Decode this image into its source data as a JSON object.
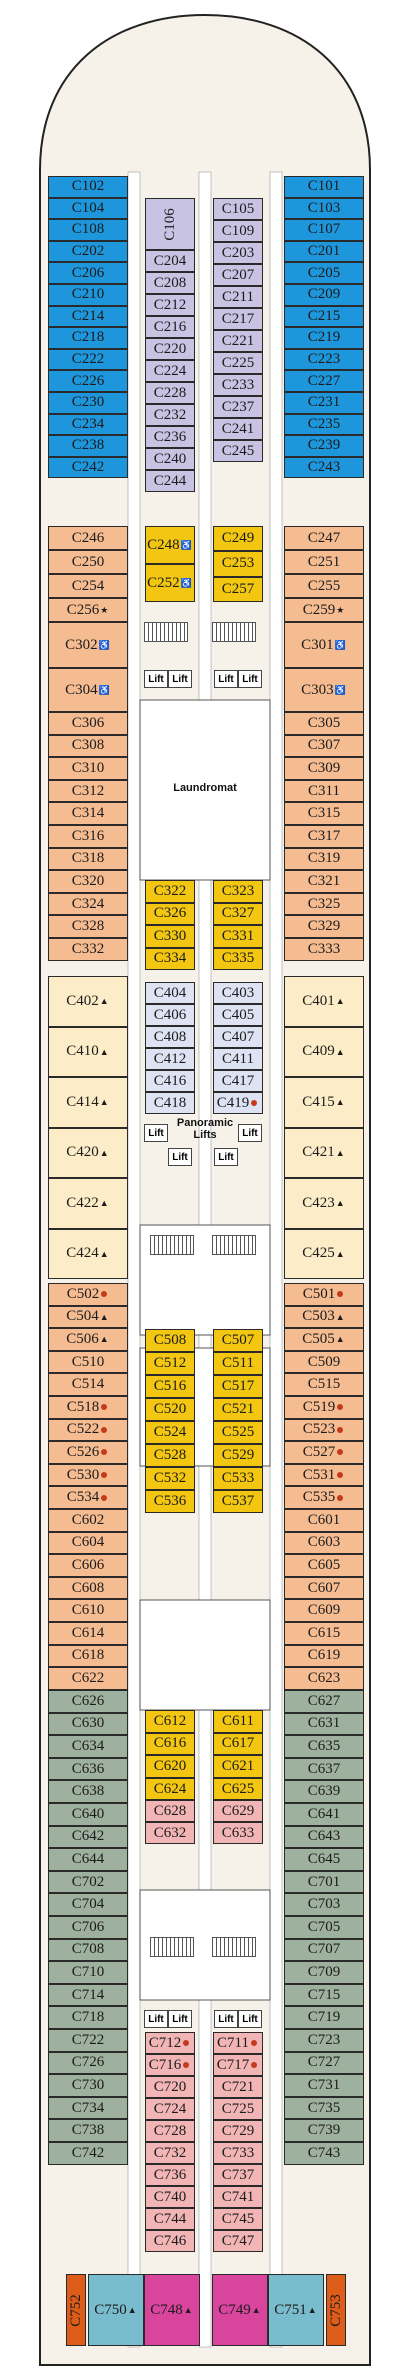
{
  "colors": {
    "blue": "#1e96dc",
    "lavender": "#c8c3e3",
    "orange": "#f6bc91",
    "yellow": "#f2c611",
    "cream": "#fcecc7",
    "lightblue": "#dde3f3",
    "pink": "#f2b5b5",
    "grey": "#9eb09e",
    "teal": "#79bccd",
    "magenta": "#d9459d",
    "rust": "#dd5c19",
    "hull": "#f6f2ea",
    "corridor": "#ffffff"
  },
  "labels": {
    "laundromat": "Laundromat",
    "panoramic": "Panoramic",
    "lifts": "Lifts",
    "lift": "Lift"
  },
  "cabins": [
    {
      "id": "C102",
      "c": "blue"
    },
    {
      "id": "C104",
      "c": "blue"
    },
    {
      "id": "C108",
      "c": "blue"
    },
    {
      "id": "C202",
      "c": "blue"
    },
    {
      "id": "C206",
      "c": "blue"
    },
    {
      "id": "C210",
      "c": "blue"
    },
    {
      "id": "C214",
      "c": "blue"
    },
    {
      "id": "C218",
      "c": "blue"
    },
    {
      "id": "C222",
      "c": "blue"
    },
    {
      "id": "C226",
      "c": "blue"
    },
    {
      "id": "C230",
      "c": "blue"
    },
    {
      "id": "C234",
      "c": "blue"
    },
    {
      "id": "C238",
      "c": "blue"
    },
    {
      "id": "C242",
      "c": "blue"
    },
    {
      "id": "C101",
      "c": "blue"
    },
    {
      "id": "C103",
      "c": "blue"
    },
    {
      "id": "C107",
      "c": "blue"
    },
    {
      "id": "C201",
      "c": "blue"
    },
    {
      "id": "C205",
      "c": "blue"
    },
    {
      "id": "C209",
      "c": "blue"
    },
    {
      "id": "C215",
      "c": "blue"
    },
    {
      "id": "C219",
      "c": "blue"
    },
    {
      "id": "C223",
      "c": "blue"
    },
    {
      "id": "C227",
      "c": "blue"
    },
    {
      "id": "C231",
      "c": "blue"
    },
    {
      "id": "C235",
      "c": "blue"
    },
    {
      "id": "C239",
      "c": "blue"
    },
    {
      "id": "C243",
      "c": "blue"
    },
    {
      "id": "C106",
      "c": "lavender"
    },
    {
      "id": "C204",
      "c": "lavender"
    },
    {
      "id": "C208",
      "c": "lavender"
    },
    {
      "id": "C212",
      "c": "lavender"
    },
    {
      "id": "C216",
      "c": "lavender"
    },
    {
      "id": "C220",
      "c": "lavender"
    },
    {
      "id": "C224",
      "c": "lavender"
    },
    {
      "id": "C228",
      "c": "lavender"
    },
    {
      "id": "C232",
      "c": "lavender"
    },
    {
      "id": "C236",
      "c": "lavender"
    },
    {
      "id": "C240",
      "c": "lavender"
    },
    {
      "id": "C244",
      "c": "lavender"
    },
    {
      "id": "C105",
      "c": "lavender"
    },
    {
      "id": "C109",
      "c": "lavender"
    },
    {
      "id": "C203",
      "c": "lavender"
    },
    {
      "id": "C207",
      "c": "lavender"
    },
    {
      "id": "C211",
      "c": "lavender"
    },
    {
      "id": "C217",
      "c": "lavender"
    },
    {
      "id": "C221",
      "c": "lavender"
    },
    {
      "id": "C225",
      "c": "lavender"
    },
    {
      "id": "C233",
      "c": "lavender"
    },
    {
      "id": "C237",
      "c": "lavender"
    },
    {
      "id": "C241",
      "c": "lavender"
    },
    {
      "id": "C245",
      "c": "lavender"
    },
    {
      "id": "C246",
      "c": "orange"
    },
    {
      "id": "C250",
      "c": "orange"
    },
    {
      "id": "C254",
      "c": "orange"
    },
    {
      "id": "C256",
      "c": "orange"
    },
    {
      "id": "C302",
      "c": "orange"
    },
    {
      "id": "C304",
      "c": "orange"
    },
    {
      "id": "C306",
      "c": "orange"
    },
    {
      "id": "C308",
      "c": "orange"
    },
    {
      "id": "C310",
      "c": "orange"
    },
    {
      "id": "C312",
      "c": "orange"
    },
    {
      "id": "C314",
      "c": "orange"
    },
    {
      "id": "C316",
      "c": "orange"
    },
    {
      "id": "C318",
      "c": "orange"
    },
    {
      "id": "C320",
      "c": "orange"
    },
    {
      "id": "C324",
      "c": "orange"
    },
    {
      "id": "C328",
      "c": "orange"
    },
    {
      "id": "C332",
      "c": "orange"
    },
    {
      "id": "C247",
      "c": "orange"
    },
    {
      "id": "C251",
      "c": "orange"
    },
    {
      "id": "C255",
      "c": "orange"
    },
    {
      "id": "C259",
      "c": "orange"
    },
    {
      "id": "C301",
      "c": "orange"
    },
    {
      "id": "C303",
      "c": "orange"
    },
    {
      "id": "C305",
      "c": "orange"
    },
    {
      "id": "C307",
      "c": "orange"
    },
    {
      "id": "C309",
      "c": "orange"
    },
    {
      "id": "C311",
      "c": "orange"
    },
    {
      "id": "C315",
      "c": "orange"
    },
    {
      "id": "C317",
      "c": "orange"
    },
    {
      "id": "C319",
      "c": "orange"
    },
    {
      "id": "C321",
      "c": "orange"
    },
    {
      "id": "C325",
      "c": "orange"
    },
    {
      "id": "C329",
      "c": "orange"
    },
    {
      "id": "C333",
      "c": "orange"
    },
    {
      "id": "C248",
      "c": "yellow"
    },
    {
      "id": "C252",
      "c": "yellow"
    },
    {
      "id": "C249",
      "c": "yellow"
    },
    {
      "id": "C253",
      "c": "yellow"
    },
    {
      "id": "C257",
      "c": "yellow"
    },
    {
      "id": "C322",
      "c": "yellow"
    },
    {
      "id": "C326",
      "c": "yellow"
    },
    {
      "id": "C330",
      "c": "yellow"
    },
    {
      "id": "C334",
      "c": "yellow"
    },
    {
      "id": "C323",
      "c": "yellow"
    },
    {
      "id": "C327",
      "c": "yellow"
    },
    {
      "id": "C331",
      "c": "yellow"
    },
    {
      "id": "C335",
      "c": "yellow"
    },
    {
      "id": "C402",
      "c": "cream"
    },
    {
      "id": "C410",
      "c": "cream"
    },
    {
      "id": "C414",
      "c": "cream"
    },
    {
      "id": "C420",
      "c": "cream"
    },
    {
      "id": "C422",
      "c": "cream"
    },
    {
      "id": "C424",
      "c": "cream"
    },
    {
      "id": "C401",
      "c": "cream"
    },
    {
      "id": "C409",
      "c": "cream"
    },
    {
      "id": "C415",
      "c": "cream"
    },
    {
      "id": "C421",
      "c": "cream"
    },
    {
      "id": "C423",
      "c": "cream"
    },
    {
      "id": "C425",
      "c": "cream"
    },
    {
      "id": "C404",
      "c": "lightblue"
    },
    {
      "id": "C406",
      "c": "lightblue"
    },
    {
      "id": "C408",
      "c": "lightblue"
    },
    {
      "id": "C412",
      "c": "lightblue"
    },
    {
      "id": "C416",
      "c": "lightblue"
    },
    {
      "id": "C418",
      "c": "lightblue"
    },
    {
      "id": "C403",
      "c": "lightblue"
    },
    {
      "id": "C405",
      "c": "lightblue"
    },
    {
      "id": "C407",
      "c": "lightblue"
    },
    {
      "id": "C411",
      "c": "lightblue"
    },
    {
      "id": "C417",
      "c": "lightblue"
    },
    {
      "id": "C419",
      "c": "lightblue"
    },
    {
      "id": "C502",
      "c": "orange"
    },
    {
      "id": "C504",
      "c": "orange"
    },
    {
      "id": "C506",
      "c": "orange"
    },
    {
      "id": "C510",
      "c": "orange"
    },
    {
      "id": "C514",
      "c": "orange"
    },
    {
      "id": "C518",
      "c": "orange"
    },
    {
      "id": "C522",
      "c": "orange"
    },
    {
      "id": "C526",
      "c": "orange"
    },
    {
      "id": "C530",
      "c": "orange"
    },
    {
      "id": "C534",
      "c": "orange"
    },
    {
      "id": "C602",
      "c": "orange"
    },
    {
      "id": "C604",
      "c": "orange"
    },
    {
      "id": "C606",
      "c": "orange"
    },
    {
      "id": "C608",
      "c": "orange"
    },
    {
      "id": "C610",
      "c": "orange"
    },
    {
      "id": "C614",
      "c": "orange"
    },
    {
      "id": "C618",
      "c": "orange"
    },
    {
      "id": "C622",
      "c": "orange"
    },
    {
      "id": "C501",
      "c": "orange"
    },
    {
      "id": "C503",
      "c": "orange"
    },
    {
      "id": "C505",
      "c": "orange"
    },
    {
      "id": "C509",
      "c": "orange"
    },
    {
      "id": "C515",
      "c": "orange"
    },
    {
      "id": "C519",
      "c": "orange"
    },
    {
      "id": "C523",
      "c": "orange"
    },
    {
      "id": "C527",
      "c": "orange"
    },
    {
      "id": "C531",
      "c": "orange"
    },
    {
      "id": "C535",
      "c": "orange"
    },
    {
      "id": "C601",
      "c": "orange"
    },
    {
      "id": "C603",
      "c": "orange"
    },
    {
      "id": "C605",
      "c": "orange"
    },
    {
      "id": "C607",
      "c": "orange"
    },
    {
      "id": "C609",
      "c": "orange"
    },
    {
      "id": "C615",
      "c": "orange"
    },
    {
      "id": "C619",
      "c": "orange"
    },
    {
      "id": "C623",
      "c": "orange"
    },
    {
      "id": "C508",
      "c": "yellow"
    },
    {
      "id": "C512",
      "c": "yellow"
    },
    {
      "id": "C516",
      "c": "yellow"
    },
    {
      "id": "C520",
      "c": "yellow"
    },
    {
      "id": "C524",
      "c": "yellow"
    },
    {
      "id": "C528",
      "c": "yellow"
    },
    {
      "id": "C532",
      "c": "yellow"
    },
    {
      "id": "C536",
      "c": "yellow"
    },
    {
      "id": "C507",
      "c": "yellow"
    },
    {
      "id": "C511",
      "c": "yellow"
    },
    {
      "id": "C517",
      "c": "yellow"
    },
    {
      "id": "C521",
      "c": "yellow"
    },
    {
      "id": "C525",
      "c": "yellow"
    },
    {
      "id": "C529",
      "c": "yellow"
    },
    {
      "id": "C533",
      "c": "yellow"
    },
    {
      "id": "C537",
      "c": "yellow"
    },
    {
      "id": "C612",
      "c": "yellow"
    },
    {
      "id": "C616",
      "c": "yellow"
    },
    {
      "id": "C620",
      "c": "yellow"
    },
    {
      "id": "C624",
      "c": "yellow"
    },
    {
      "id": "C611",
      "c": "yellow"
    },
    {
      "id": "C617",
      "c": "yellow"
    },
    {
      "id": "C621",
      "c": "yellow"
    },
    {
      "id": "C625",
      "c": "yellow"
    },
    {
      "id": "C628",
      "c": "pink"
    },
    {
      "id": "C632",
      "c": "pink"
    },
    {
      "id": "C629",
      "c": "pink"
    },
    {
      "id": "C633",
      "c": "pink"
    },
    {
      "id": "C626",
      "c": "grey"
    },
    {
      "id": "C630",
      "c": "grey"
    },
    {
      "id": "C634",
      "c": "grey"
    },
    {
      "id": "C636",
      "c": "grey"
    },
    {
      "id": "C638",
      "c": "grey"
    },
    {
      "id": "C640",
      "c": "grey"
    },
    {
      "id": "C642",
      "c": "grey"
    },
    {
      "id": "C644",
      "c": "grey"
    },
    {
      "id": "C702",
      "c": "grey"
    },
    {
      "id": "C704",
      "c": "grey"
    },
    {
      "id": "C706",
      "c": "grey"
    },
    {
      "id": "C708",
      "c": "grey"
    },
    {
      "id": "C710",
      "c": "grey"
    },
    {
      "id": "C714",
      "c": "grey"
    },
    {
      "id": "C718",
      "c": "grey"
    },
    {
      "id": "C722",
      "c": "grey"
    },
    {
      "id": "C726",
      "c": "grey"
    },
    {
      "id": "C730",
      "c": "grey"
    },
    {
      "id": "C734",
      "c": "grey"
    },
    {
      "id": "C738",
      "c": "grey"
    },
    {
      "id": "C742",
      "c": "grey"
    },
    {
      "id": "C627",
      "c": "grey"
    },
    {
      "id": "C631",
      "c": "grey"
    },
    {
      "id": "C635",
      "c": "grey"
    },
    {
      "id": "C637",
      "c": "grey"
    },
    {
      "id": "C639",
      "c": "grey"
    },
    {
      "id": "C641",
      "c": "grey"
    },
    {
      "id": "C643",
      "c": "grey"
    },
    {
      "id": "C645",
      "c": "grey"
    },
    {
      "id": "C701",
      "c": "grey"
    },
    {
      "id": "C703",
      "c": "grey"
    },
    {
      "id": "C705",
      "c": "grey"
    },
    {
      "id": "C707",
      "c": "grey"
    },
    {
      "id": "C709",
      "c": "grey"
    },
    {
      "id": "C715",
      "c": "grey"
    },
    {
      "id": "C719",
      "c": "grey"
    },
    {
      "id": "C723",
      "c": "grey"
    },
    {
      "id": "C727",
      "c": "grey"
    },
    {
      "id": "C731",
      "c": "grey"
    },
    {
      "id": "C735",
      "c": "grey"
    },
    {
      "id": "C739",
      "c": "grey"
    },
    {
      "id": "C743",
      "c": "grey"
    },
    {
      "id": "C712",
      "c": "pink"
    },
    {
      "id": "C716",
      "c": "pink"
    },
    {
      "id": "C720",
      "c": "pink"
    },
    {
      "id": "C724",
      "c": "pink"
    },
    {
      "id": "C728",
      "c": "pink"
    },
    {
      "id": "C732",
      "c": "pink"
    },
    {
      "id": "C736",
      "c": "pink"
    },
    {
      "id": "C740",
      "c": "pink"
    },
    {
      "id": "C744",
      "c": "pink"
    },
    {
      "id": "C746",
      "c": "pink"
    },
    {
      "id": "C711",
      "c": "pink"
    },
    {
      "id": "C717",
      "c": "pink"
    },
    {
      "id": "C721",
      "c": "pink"
    },
    {
      "id": "C725",
      "c": "pink"
    },
    {
      "id": "C729",
      "c": "pink"
    },
    {
      "id": "C733",
      "c": "pink"
    },
    {
      "id": "C737",
      "c": "pink"
    },
    {
      "id": "C741",
      "c": "pink"
    },
    {
      "id": "C745",
      "c": "pink"
    },
    {
      "id": "C747",
      "c": "pink"
    },
    {
      "id": "C752",
      "c": "rust"
    },
    {
      "id": "C750",
      "c": "teal"
    },
    {
      "id": "C748",
      "c": "magenta"
    },
    {
      "id": "C749",
      "c": "magenta"
    },
    {
      "id": "C751",
      "c": "teal"
    },
    {
      "id": "C753",
      "c": "rust"
    }
  ],
  "markers": {
    "wheelchair": [
      "C248",
      "C252",
      "C302",
      "C304",
      "C301",
      "C303"
    ],
    "star": [
      "C256",
      "C259"
    ],
    "triangle": [
      "C402",
      "C410",
      "C414",
      "C420",
      "C422",
      "C424",
      "C401",
      "C409",
      "C415",
      "C421",
      "C423",
      "C425",
      "C504",
      "C506",
      "C503",
      "C505",
      "C750",
      "C748",
      "C749",
      "C751"
    ],
    "dot": [
      "C419",
      "C502",
      "C518",
      "C522",
      "C526",
      "C530",
      "C534",
      "C501",
      "C519",
      "C523",
      "C527",
      "C531",
      "C535",
      "C712",
      "C716",
      "C711",
      "C717"
    ]
  }
}
